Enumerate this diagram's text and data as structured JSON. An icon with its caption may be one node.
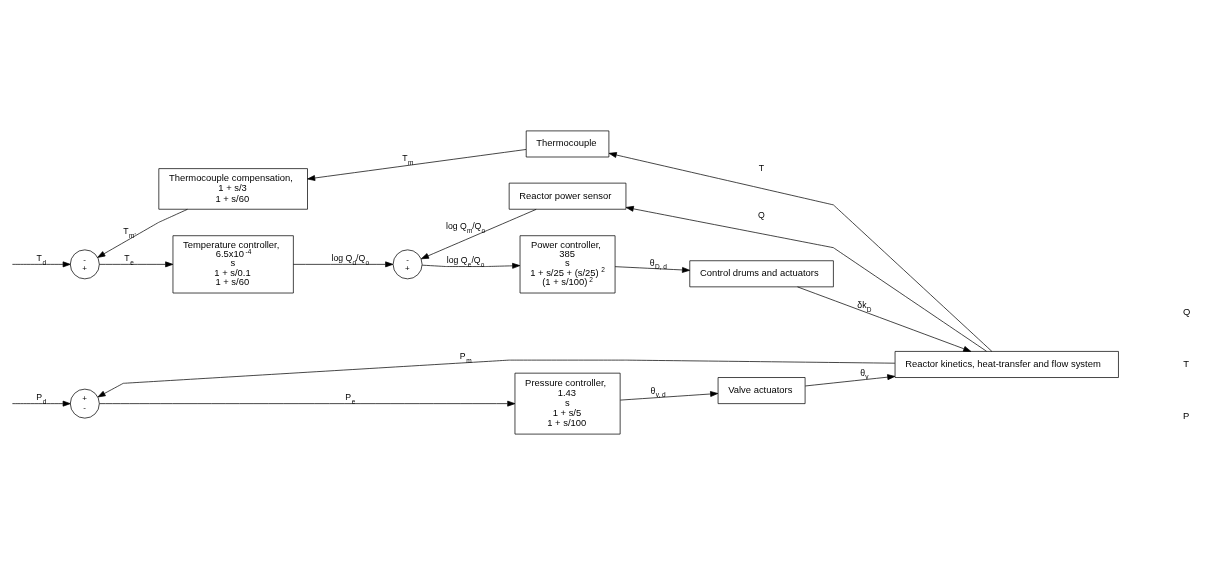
{
  "diagram": {
    "nodes": [
      {
        "text": [
          "Thermocouple compensation,",
          "1 + s/3",
          "1 + s/60"
        ]
      },
      {
        "text": [
          "Thermocouple"
        ]
      },
      {
        "text": [
          "Reactor power sensor"
        ]
      },
      {
        "text": [
          "-",
          "+"
        ]
      },
      {
        "text": [
          "Temperature controller,",
          "6.5x10$^{-4}$",
          "s",
          "1 + s/0.1",
          "1 + s/60"
        ]
      },
      {
        "text": [
          "-",
          "+"
        ]
      },
      {
        "text": [
          "Power controller,",
          "385",
          "s",
          "1 + s/25 + (s/25)$^{2}$",
          "(1 + s/100)$^{2}$"
        ]
      },
      {
        "text": [
          "Control drums and actuators"
        ]
      },
      {
        "text": [
          "Reactor kinetics, heat-transfer and flow system"
        ]
      },
      {
        "text": [
          "+",
          "-"
        ]
      },
      {
        "text": [
          "Pressure controller,",
          "1.43",
          "s",
          "1 + s/5",
          "1 + s/100"
        ]
      },
      {
        "text": [
          "Valve actuators"
        ]
      }
    ],
    "edges": [
      {
        "from": null,
        "to": 3,
        "arrow": "to",
        "label": "T$_{d}$"
      },
      {
        "from": 3,
        "to": 4,
        "arrow": "to",
        "label": "T$_{e}$"
      },
      {
        "from": 4,
        "to": 5,
        "arrow": "to",
        "label": "log Q$_{d}$/Q$_{o}$"
      },
      {
        "from": 5,
        "to": 6,
        "arrow": "to",
        "label": "log Q$_{e}$/Q$_{o}$"
      },
      {
        "from": 6,
        "to": 7,
        "arrow": "to",
        "label": "θ$_{D, d}$"
      },
      {
        "from": 7,
        "to": 8,
        "arrow": "to",
        "label": "δk$_{D}$"
      },
      {
        "from": 8,
        "to": 2,
        "arrow": "to",
        "label": "Q"
      },
      {
        "from": 8,
        "to": 1,
        "arrow": "to",
        "label": "T"
      },
      {
        "from": 1,
        "to": 0,
        "arrow": "to",
        "label": "T$_{m}$"
      },
      {
        "from": 0,
        "to": 3,
        "arrow": "to",
        "label": "T$_{m'}$"
      },
      {
        "from": 2,
        "to": 5,
        "arrow": "to",
        "label": "log Q$_{m}$/Q$_{o}$"
      },
      {
        "from": null,
        "to": 9,
        "arrow": "to",
        "label": "P$_{d}$"
      },
      {
        "from": 9,
        "to": 10,
        "arrow": "to",
        "label": "P$_{e}$"
      },
      {
        "from": 10,
        "to": 11,
        "arrow": "to",
        "label": "θ$_{v, d}$"
      },
      {
        "from": 11,
        "to": 8,
        "arrow": "to",
        "label": "θ$_{v}$"
      },
      {
        "from": 8,
        "to": 9,
        "arrow": "to",
        "label": "P$_{m}$"
      }
    ],
    "labels": [
      "Q",
      "T",
      "P"
    ]
  }
}
